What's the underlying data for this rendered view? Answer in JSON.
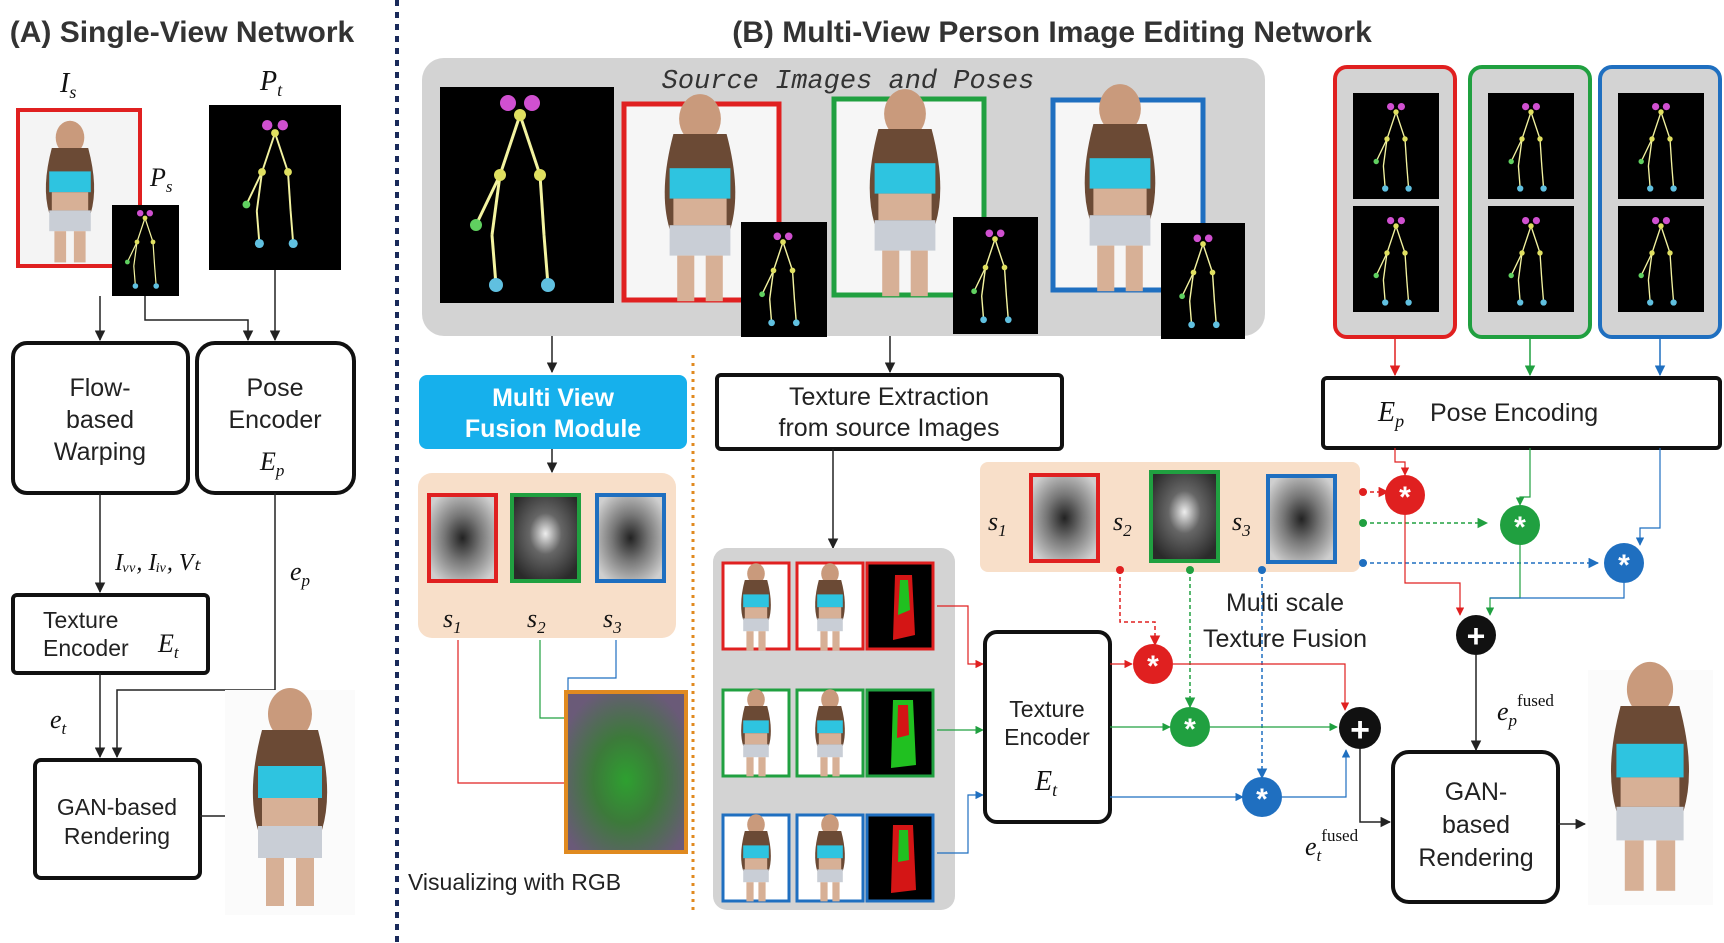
{
  "left": {
    "title": "(A) Single-View Network",
    "is_label": "I",
    "is_sub": "s",
    "pt_label": "P",
    "pt_sub": "t",
    "ps_label": "P",
    "ps_sub": "s",
    "flow": [
      "Flow-",
      "based",
      "Warping"
    ],
    "pose_enc": [
      "Pose",
      "Encoder"
    ],
    "ep_label": "E",
    "ep_sub": "p",
    "warp_outputs": "Iᵥᵥ, Iᵢᵥ, Vₜ",
    "ep_small": "e",
    "ep_small_sub": "p",
    "tex_enc": [
      "Texture",
      "Encoder"
    ],
    "et_label": "E",
    "et_sub": "t",
    "et_small": "e",
    "et_small_sub": "t",
    "gan": [
      "GAN-based",
      "Rendering"
    ]
  },
  "right": {
    "title": "(B) Multi-View Person Image Editing Network",
    "source_caption": "Source Images and Poses",
    "fusion": [
      "Multi View",
      "Fusion Module"
    ],
    "s_label": "s",
    "s1_sub": "1",
    "s2_sub": "2",
    "s3_sub": "3",
    "visualizing": "Visualizing with RGB",
    "tex_extract": [
      "Texture Extraction",
      "from source Images"
    ],
    "tex_enc": [
      "Texture",
      "Encoder"
    ],
    "et_label": "E",
    "et_sub": "t",
    "msf": [
      "Multi scale",
      "Texture Fusion"
    ],
    "ep_label": "E",
    "ep_sub": "p",
    "pose_encoding": "Pose Encoding",
    "star_symbol": "*",
    "plus_symbol": "+",
    "ep_fused": "e",
    "ep_fused_sub": "p",
    "et_fused": "e",
    "et_fused_sub": "t",
    "fused_sup": "fused",
    "gan": [
      "GAN-",
      "based",
      "Rendering"
    ]
  },
  "colors": {
    "view1": "#e02020",
    "view2": "#20a040",
    "view3": "#1f6fc0",
    "fusion_module": "#16b0ec",
    "panel_peach": "#f8dfc9",
    "panel_gray": "#d3d3d3"
  }
}
